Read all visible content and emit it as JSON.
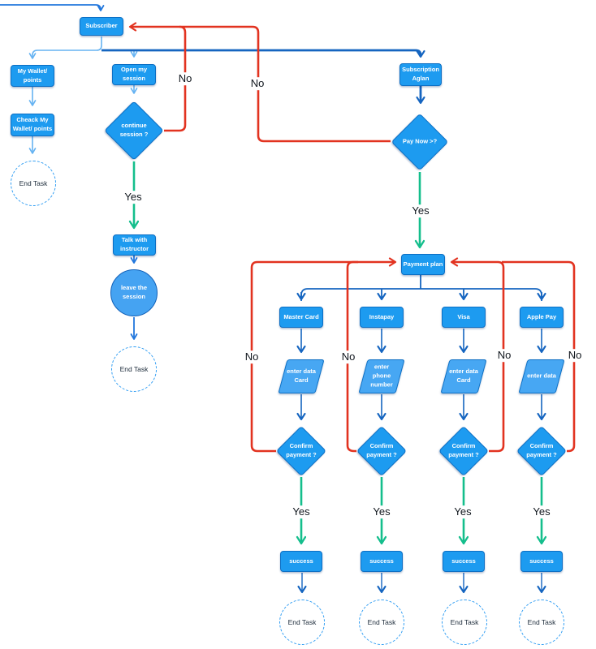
{
  "colors": {
    "node_fill": "#1d9bf0",
    "node_border": "#0c6fc4",
    "parallelogram_fill": "#47a7f3",
    "filled_circle_fill": "#45a3f2",
    "dashed_circle_border": "#2f9df3",
    "arrow_light_blue": "#66b3f2",
    "arrow_mid_blue": "#2277dd",
    "arrow_dark_blue": "#1565c0",
    "yes_edge_green": "#14be8c",
    "no_edge_red": "#e23320",
    "label_text": "#10161d"
  },
  "nodes": {
    "subscriber": {
      "label": "Subscriber"
    },
    "my_wallet": {
      "label": "My Wallet/\npoints"
    },
    "check_wallet": {
      "label": "Cheack My\nWallet/ points"
    },
    "open_session": {
      "label": "Open my\nsession"
    },
    "continue_session": {
      "label": "continue\nsession ?"
    },
    "talk_instructor": {
      "label": "Talk with\ninstructor"
    },
    "leave_session": {
      "label": "leave the\nsession"
    },
    "subscription_plan": {
      "label": "Subscription\nAglan"
    },
    "pay_now": {
      "label": "Pay Now >?"
    },
    "payment_plan": {
      "label": "Payment plan"
    },
    "end_task": {
      "label": "End Task"
    }
  },
  "branches": [
    {
      "method": "Master Card",
      "input": "enter data\nCard",
      "confirm": "Confirm\npayment ?",
      "result": "success"
    },
    {
      "method": "Instapay",
      "input": "enter\nphone\nnumber",
      "confirm": "Confirm\npayment ?",
      "result": "success"
    },
    {
      "method": "Visa",
      "input": "enter data\nCard",
      "confirm": "Confirm\npayment ?",
      "result": "success"
    },
    {
      "method": "Apple Pay",
      "input": "enter data",
      "confirm": "Confirm\npayment ?",
      "result": "success"
    }
  ],
  "edge_labels": {
    "yes": "Yes",
    "no": "No"
  }
}
